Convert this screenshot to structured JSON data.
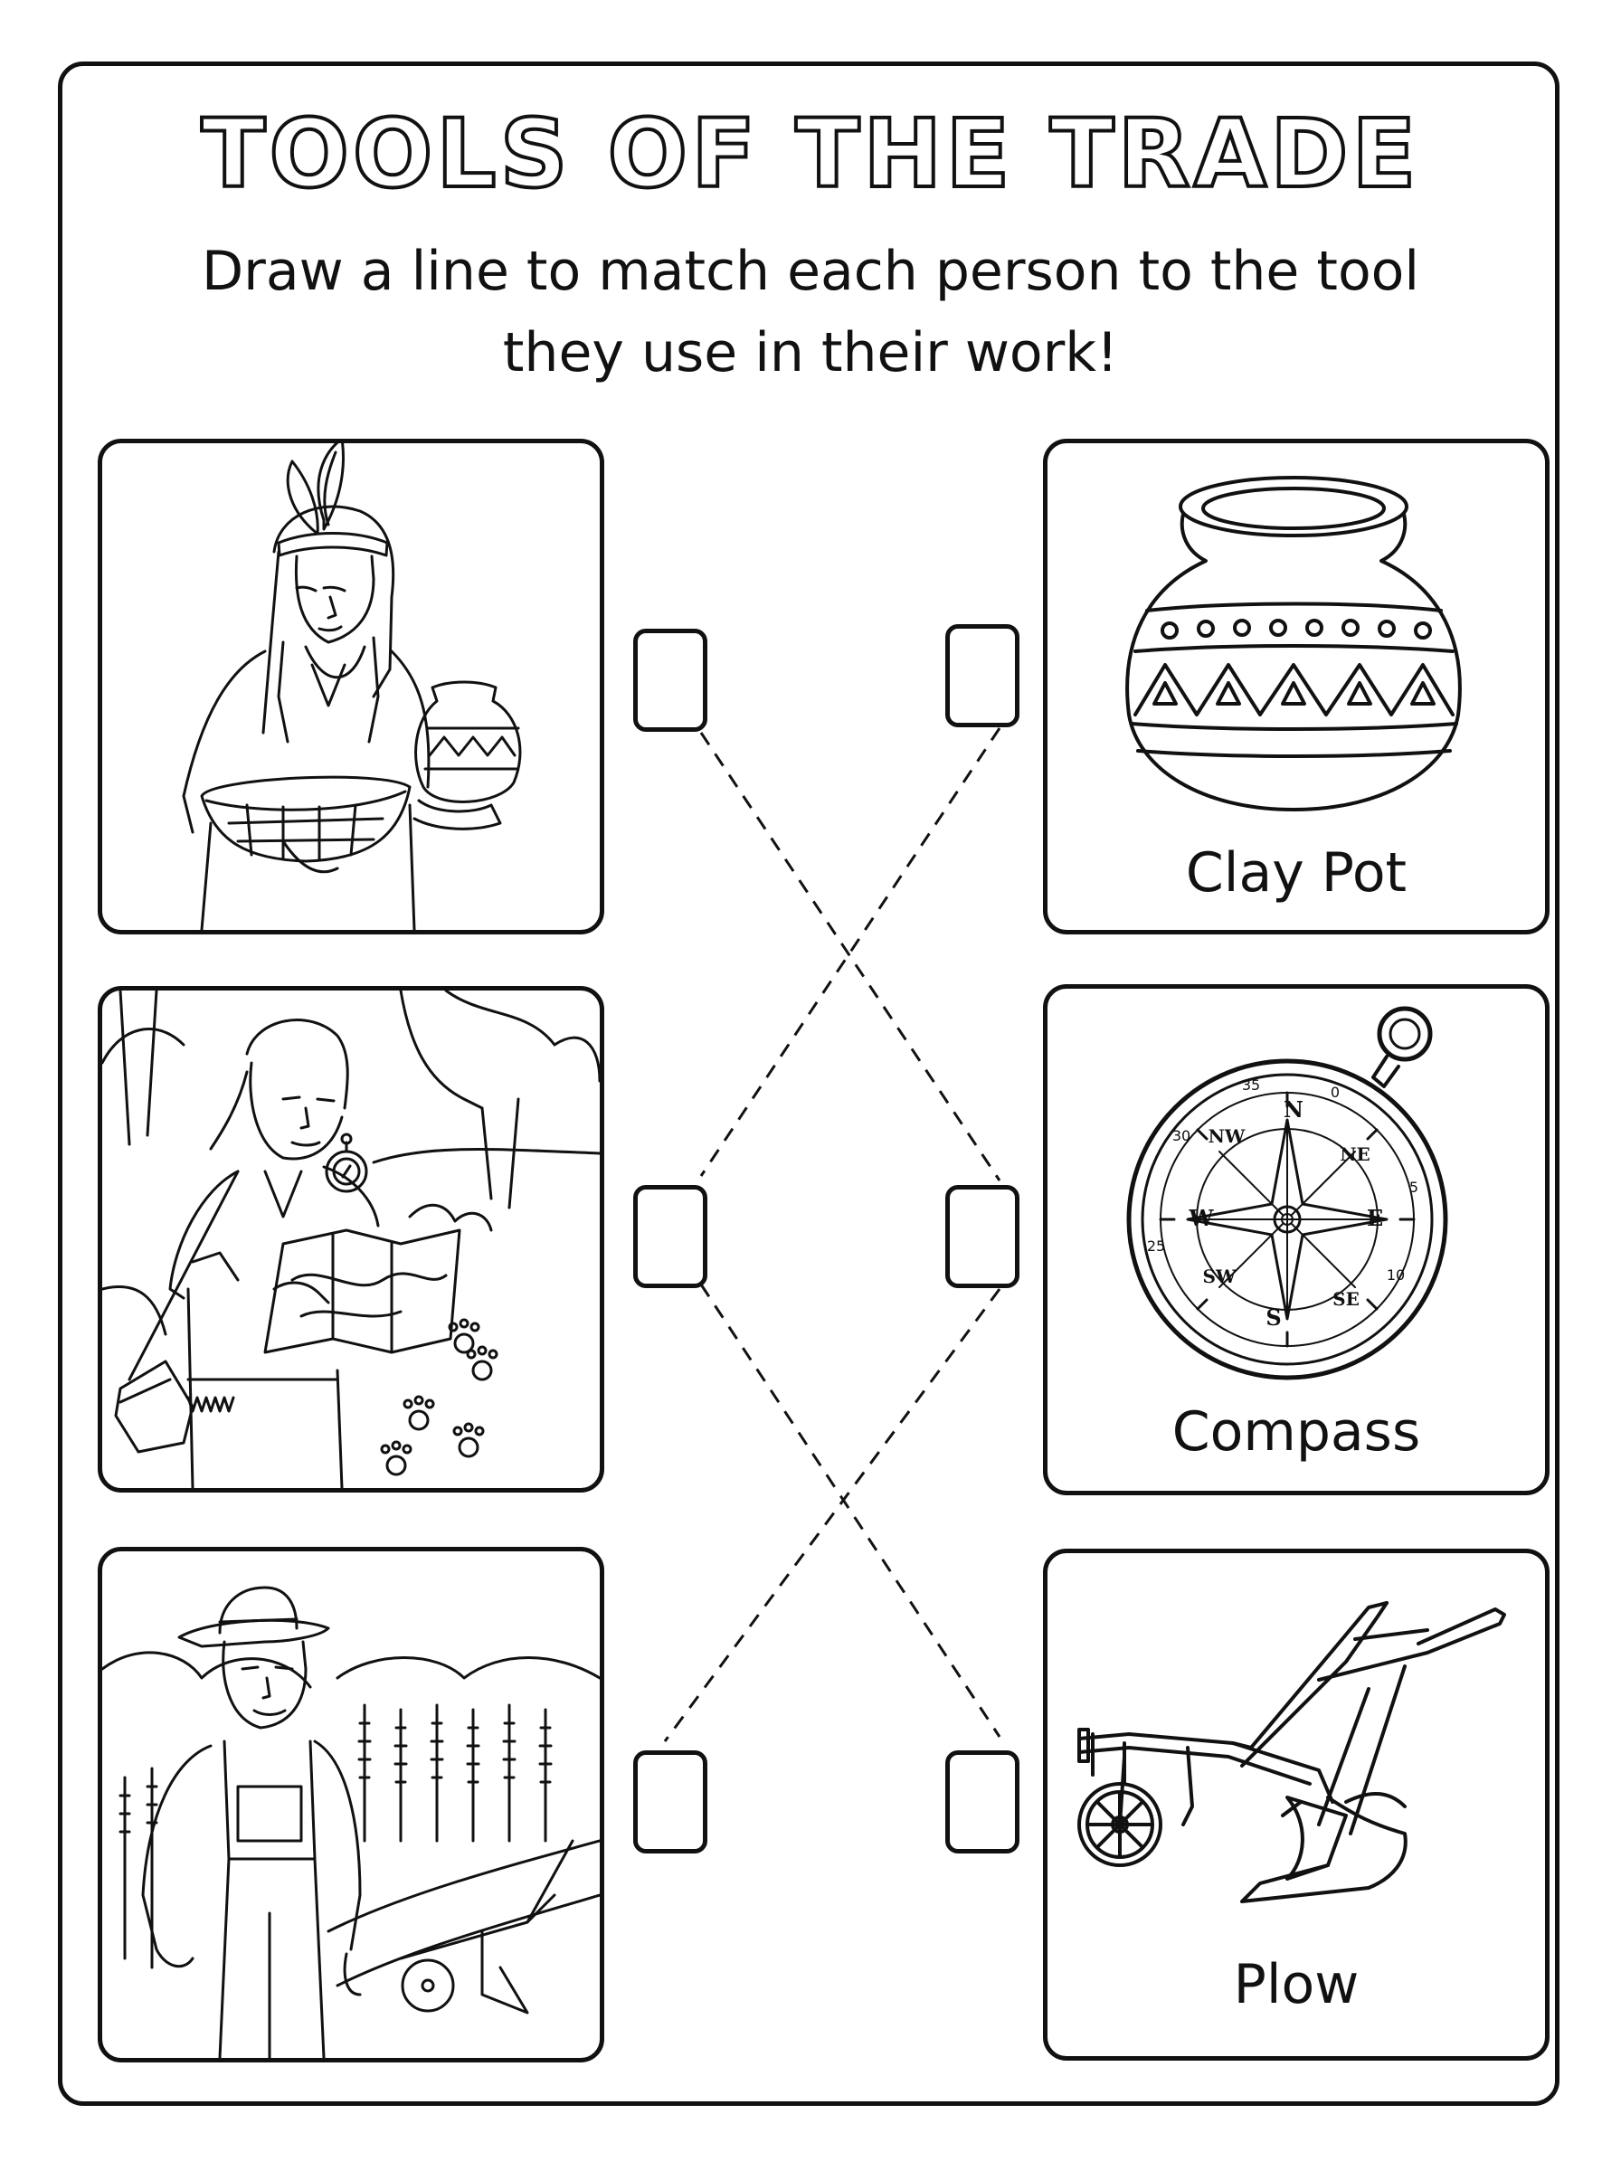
{
  "worksheet": {
    "title": "TOOLS OF THE TRADE",
    "instructions_line1": "Draw a line to match each person to the tool",
    "instructions_line2": "they use in their work!"
  },
  "people": [
    {
      "icon": "potter-person-icon"
    },
    {
      "icon": "explorer-person-icon"
    },
    {
      "icon": "farmer-person-icon"
    }
  ],
  "tools": [
    {
      "label": "Clay Pot",
      "icon": "clay-pot-icon"
    },
    {
      "label": "Compass",
      "icon": "compass-icon"
    },
    {
      "label": "Plow",
      "icon": "plow-icon"
    }
  ],
  "compass_face": {
    "n": "N",
    "nw": "NW",
    "ne": "NE",
    "w": "W",
    "e": "E",
    "sw": "SW",
    "se": "SE",
    "s": "S",
    "deg_35": "35",
    "deg_30": "30",
    "deg_25": "25",
    "deg_0": "0",
    "deg_5": "5",
    "deg_10": "10"
  },
  "colors": {
    "ink": "#111111",
    "paper": "#ffffff"
  }
}
